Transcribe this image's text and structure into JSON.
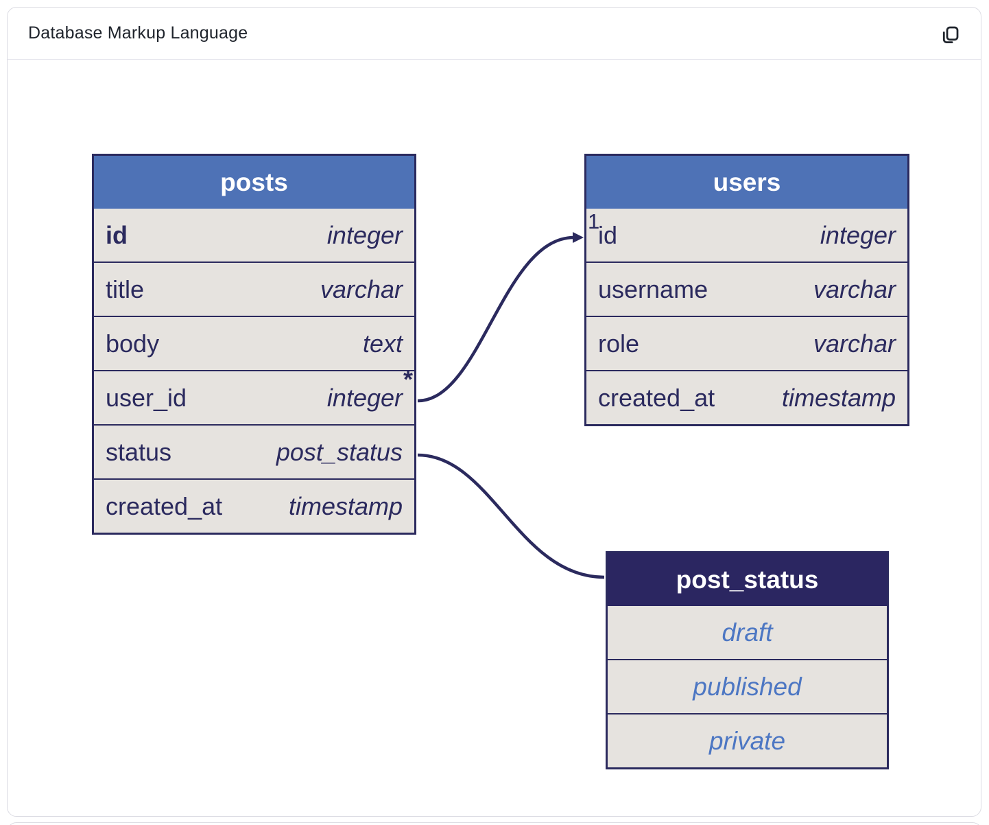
{
  "window": {
    "title": "Database Markup Language",
    "copy_icon": "copy-icon"
  },
  "diagram": {
    "tables": {
      "posts": {
        "name": "posts",
        "fields": [
          {
            "name": "id",
            "type": "integer"
          },
          {
            "name": "title",
            "type": "varchar"
          },
          {
            "name": "body",
            "type": "text"
          },
          {
            "name": "user_id",
            "type": "integer"
          },
          {
            "name": "status",
            "type": "post_status"
          },
          {
            "name": "created_at",
            "type": "timestamp"
          }
        ]
      },
      "users": {
        "name": "users",
        "fields": [
          {
            "name": "id",
            "type": "integer"
          },
          {
            "name": "username",
            "type": "varchar"
          },
          {
            "name": "role",
            "type": "varchar"
          },
          {
            "name": "created_at",
            "type": "timestamp"
          }
        ]
      },
      "post_status": {
        "name": "post_status",
        "values": [
          "draft",
          "published",
          "private"
        ]
      }
    },
    "relations": [
      {
        "from": "posts.user_id",
        "to": "users.id",
        "from_cardinality": "*",
        "to_cardinality": "1"
      },
      {
        "from": "posts.status",
        "to": "post_status"
      }
    ],
    "colors": {
      "table_header_blue": "#4e72b6",
      "enum_header_navy": "#2b2661",
      "row_background": "#e6e3df",
      "border_and_text_navy": "#2b2a5e",
      "enum_value_blue": "#4d77c3"
    }
  }
}
